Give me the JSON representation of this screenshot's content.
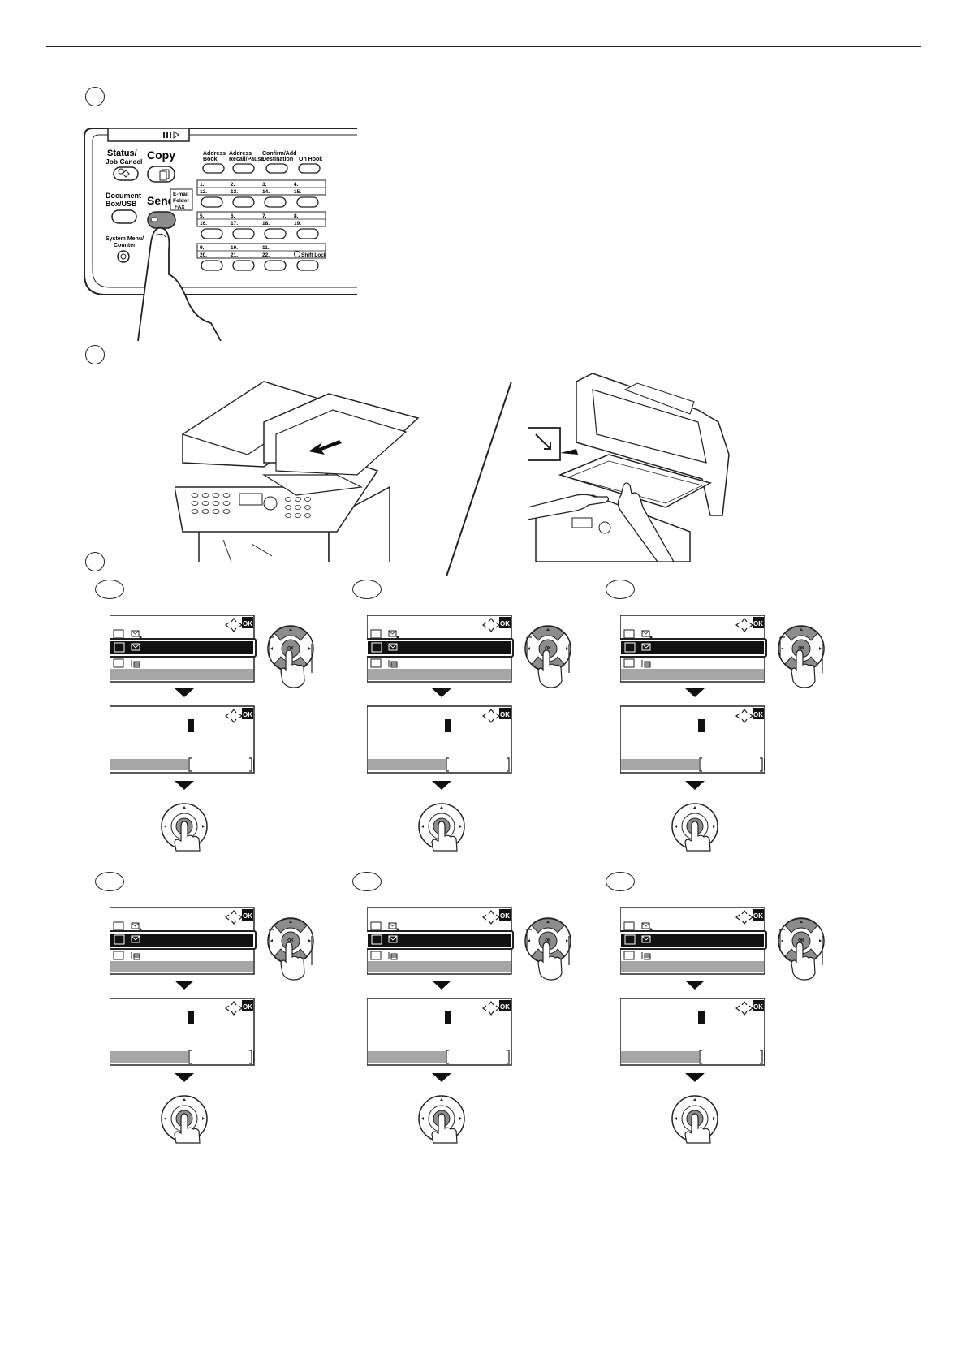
{
  "control_panel": {
    "status_label_line1": "Status/",
    "status_label_line2": "Job Cancel",
    "copy_label": "Copy",
    "document_box_line1": "Document",
    "document_box_line2": "Box/USB",
    "send_label": "Send",
    "send_sub_line1": "E-mail",
    "send_sub_line2": "Folder",
    "send_sub_line3": "FAX",
    "system_menu_line1": "System Menu/",
    "system_menu_line2": "Counter",
    "address_book_line1": "Address",
    "address_book_line2": "Book",
    "address_recall_line1": "Address",
    "address_recall_line2": "Recall/Pause",
    "confirm_add_line1": "Confirm/Add",
    "confirm_add_line2": "Destination",
    "on_hook": "On Hook",
    "shift_lock": "Shift Lock",
    "one_touch_rows": [
      {
        "top": [
          "1.",
          "2.",
          "3.",
          "4."
        ],
        "bottom": [
          "12.",
          "13.",
          "14.",
          "15."
        ]
      },
      {
        "top": [
          "5.",
          "6.",
          "7.",
          "8."
        ],
        "bottom": [
          "16.",
          "17.",
          "18.",
          "19."
        ]
      },
      {
        "top": [
          "9.",
          "10.",
          "11.",
          ""
        ],
        "bottom": [
          "20.",
          "21.",
          "22.",
          ""
        ]
      }
    ]
  },
  "screen": {
    "ok_badge": "OK",
    "nav_ok_label": "OK"
  },
  "colors": {
    "ink": "#111111",
    "highlight": "#1a1a1a",
    "grey_bar": "#a6a6a6",
    "key_grey": "#8c8c8c"
  },
  "icons": [
    "arrow-icon",
    "envelope-icon",
    "email-icon",
    "fax-icon",
    "four-way-arrow-icon",
    "finger-icon",
    "down-triangle-icon",
    "diagonal-arrow-icon"
  ]
}
